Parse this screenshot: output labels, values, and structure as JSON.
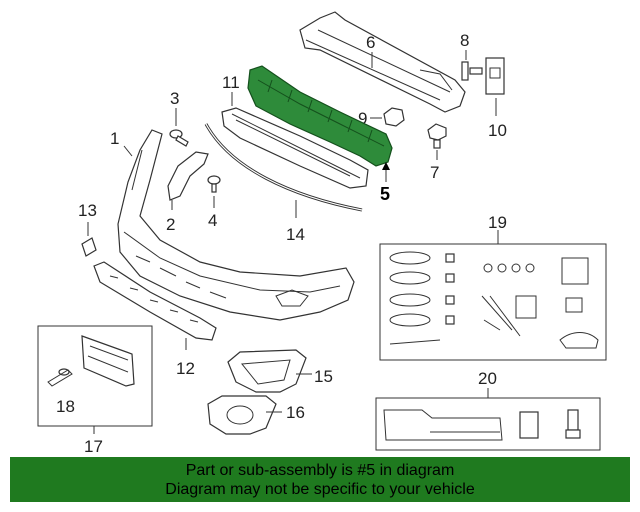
{
  "diagram": {
    "highlight_color": "#2e8b3a",
    "banner_color": "#1f7a1f",
    "highlighted_callout": "5",
    "callouts": {
      "c1": "1",
      "c2": "2",
      "c3": "3",
      "c4": "4",
      "c5": "5",
      "c6": "6",
      "c7": "7",
      "c8": "8",
      "c9": "9",
      "c10": "10",
      "c11": "11",
      "c12": "12",
      "c13": "13",
      "c14": "14",
      "c15": "15",
      "c16": "16",
      "c17": "17",
      "c18": "18",
      "c19": "19",
      "c20": "20"
    }
  },
  "banner": {
    "line1": "Part or sub-assembly is #5 in diagram",
    "line2": "Diagram may not be specific to your vehicle"
  }
}
